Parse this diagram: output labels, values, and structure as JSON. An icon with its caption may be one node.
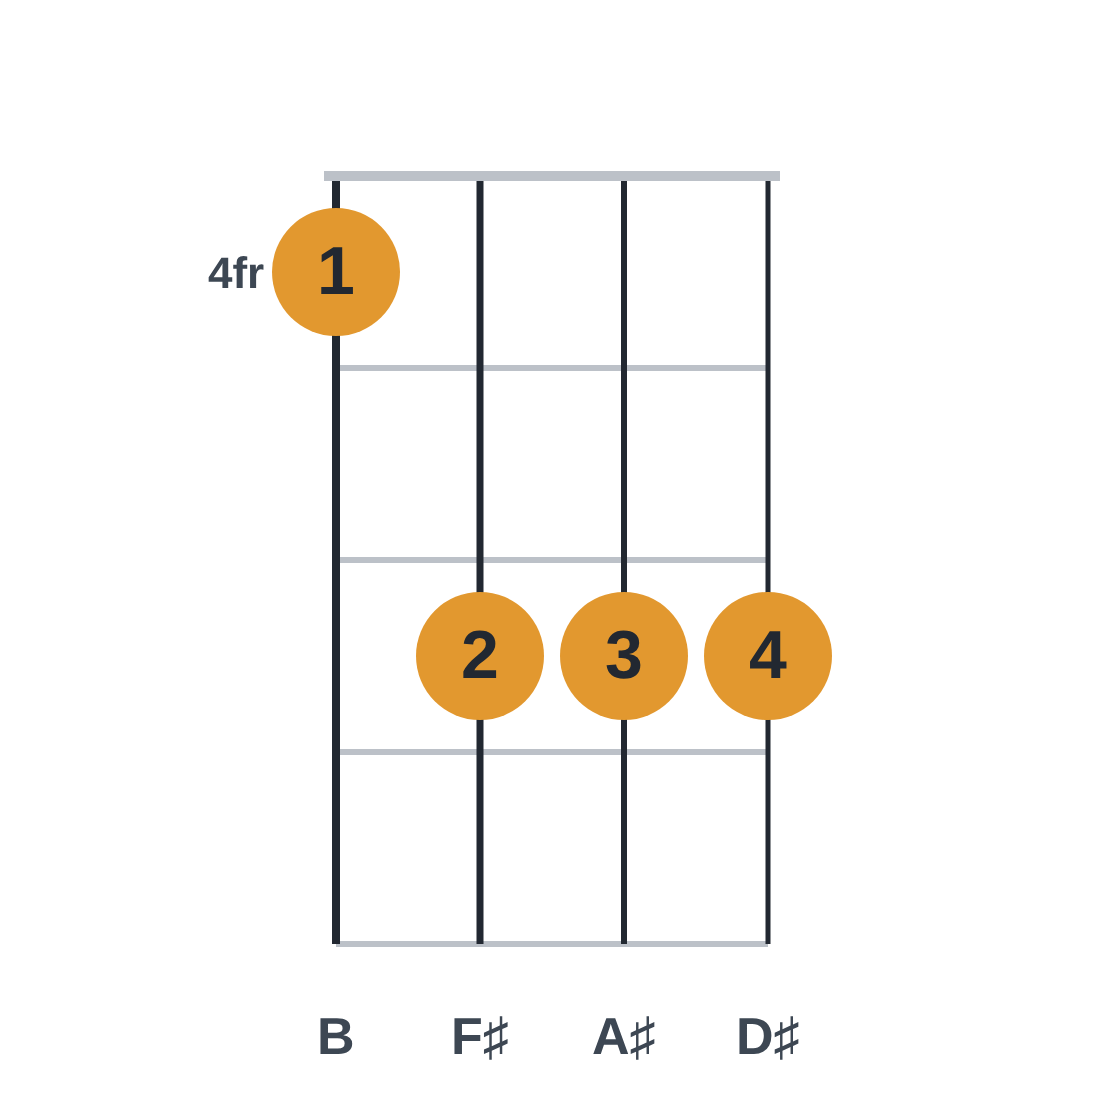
{
  "diagram": {
    "nodes": [
      {
        "text": [
          "1"
        ]
      },
      {
        "text": [
          "2"
        ]
      },
      {
        "text": [
          "3"
        ]
      },
      {
        "text": [
          "4"
        ]
      }
    ],
    "labels": [
      "4fr",
      "B",
      "F♯",
      "A♯",
      "D♯"
    ]
  }
}
